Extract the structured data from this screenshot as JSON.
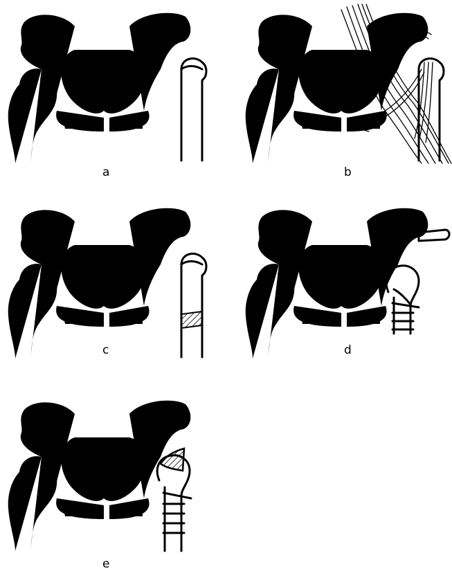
{
  "figure": {
    "panels": [
      {
        "id": "a",
        "label": "a",
        "graft": "none"
      },
      {
        "id": "b",
        "label": "b",
        "graft": "muscle-overlay"
      },
      {
        "id": "c",
        "label": "c",
        "graft": "femoral-osteotomy"
      },
      {
        "id": "d",
        "label": "d",
        "graft": "plate-and-traction"
      },
      {
        "id": "e",
        "label": "e",
        "graft": "plate-and-acetabular-graft"
      }
    ]
  }
}
